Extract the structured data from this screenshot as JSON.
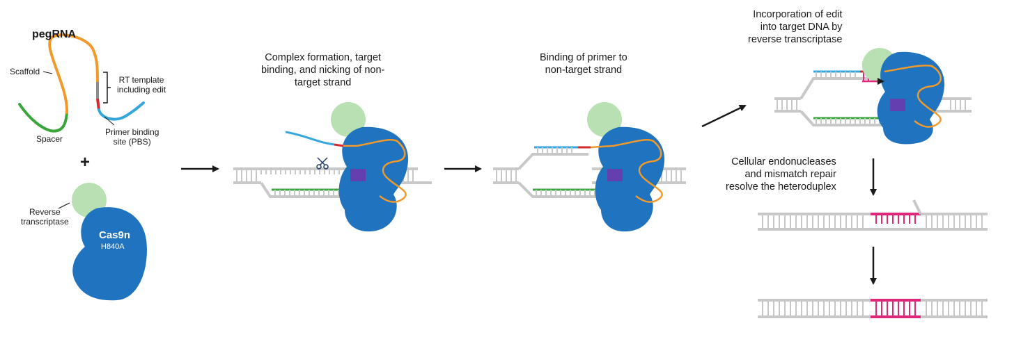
{
  "panel1": {
    "title": "pegRNA",
    "scaffold": "Scaffold",
    "rt_template": [
      "RT template",
      "including edit"
    ],
    "spacer": "Spacer",
    "pbs": [
      "Primer binding",
      "site (PBS)"
    ],
    "plus": "+",
    "rt_enzyme": [
      "Reverse",
      "transcriptase"
    ],
    "cas9_name": "Cas9n",
    "cas9_variant": "H840A"
  },
  "panel2": {
    "caption": [
      "Complex formation, target",
      "binding, and nicking of non-",
      "target strand"
    ]
  },
  "panel3": {
    "caption": [
      "Binding of primer to",
      "non-target strand"
    ]
  },
  "panel4": {
    "caption": [
      "Incorporation of edit",
      "into target DNA by",
      "reverse transcriptase"
    ]
  },
  "panel5": {
    "caption": [
      "Cellular endonucleases",
      "and mismatch repair",
      "resolve the heteroduplex"
    ]
  },
  "colors": {
    "cas9": "#1f73bf",
    "rt": "#b9e0b3",
    "scaffold": "#f19a2b",
    "spacer": "#3aa53a",
    "pbs": "#33a6dc",
    "edit": "#d12a2a",
    "edit_magenta": "#e0287a",
    "dna": "#c8c8c8",
    "arrow": "#1a1a1a"
  }
}
